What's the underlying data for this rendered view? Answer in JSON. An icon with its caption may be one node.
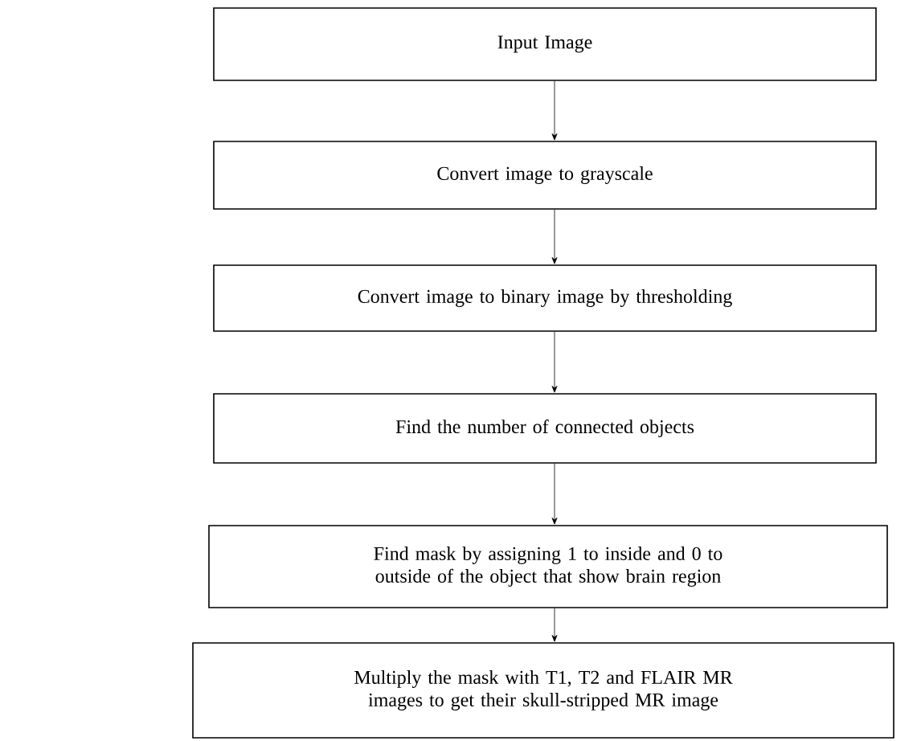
{
  "diagram": {
    "nodes": [
      {
        "text": [
          "Input Image"
        ]
      },
      {
        "text": [
          "Convert image to grayscale"
        ]
      },
      {
        "text": [
          "Convert image to binary image by thresholding"
        ]
      },
      {
        "text": [
          "Find the number of connected objects"
        ]
      },
      {
        "text": [
          "Find mask by assigning 1 to inside and 0 to outside of the object that show brain region"
        ]
      },
      {
        "text": [
          "Multiply the mask with T1, T2 and FLAIR MR images to get their skull-stripped MR image"
        ]
      }
    ],
    "edges": [
      {
        "from": 0,
        "to": 1,
        "arrow": "to"
      },
      {
        "from": 1,
        "to": 2,
        "arrow": "to"
      },
      {
        "from": 2,
        "to": 3,
        "arrow": "to"
      },
      {
        "from": 3,
        "to": 4,
        "arrow": "to"
      },
      {
        "from": 4,
        "to": 5,
        "arrow": "to"
      }
    ]
  }
}
